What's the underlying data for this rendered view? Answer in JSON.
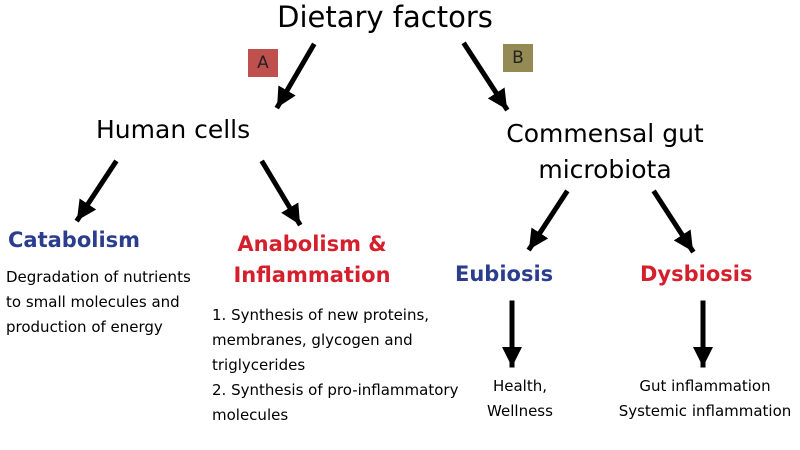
{
  "title": "Dietary factors",
  "tags": {
    "a": {
      "label": "A",
      "color": "#c0504d"
    },
    "b": {
      "label": "B",
      "color": "#948a54"
    }
  },
  "left_branch": {
    "node": "Human cells",
    "catabolism": {
      "heading": "Catabolism",
      "description": "Degradation of nutrients to small molecules and production of energy"
    },
    "anabolism": {
      "heading": "Anabolism & Inflammation",
      "items": [
        "1. Synthesis of new proteins, membranes, glycogen and triglycerides",
        "2. Synthesis of pro-inflammatory molecules"
      ]
    }
  },
  "right_branch": {
    "node": "Commensal gut microbiota",
    "eubiosis": {
      "heading": "Eubiosis",
      "outcome": "Health, Wellness"
    },
    "dysbiosis": {
      "heading": "Dysbiosis",
      "outcome": "Gut inflammation Systemic inflammation"
    }
  },
  "colors": {
    "blue_heading": "#2b3e8e",
    "red_heading": "#d4202d"
  }
}
